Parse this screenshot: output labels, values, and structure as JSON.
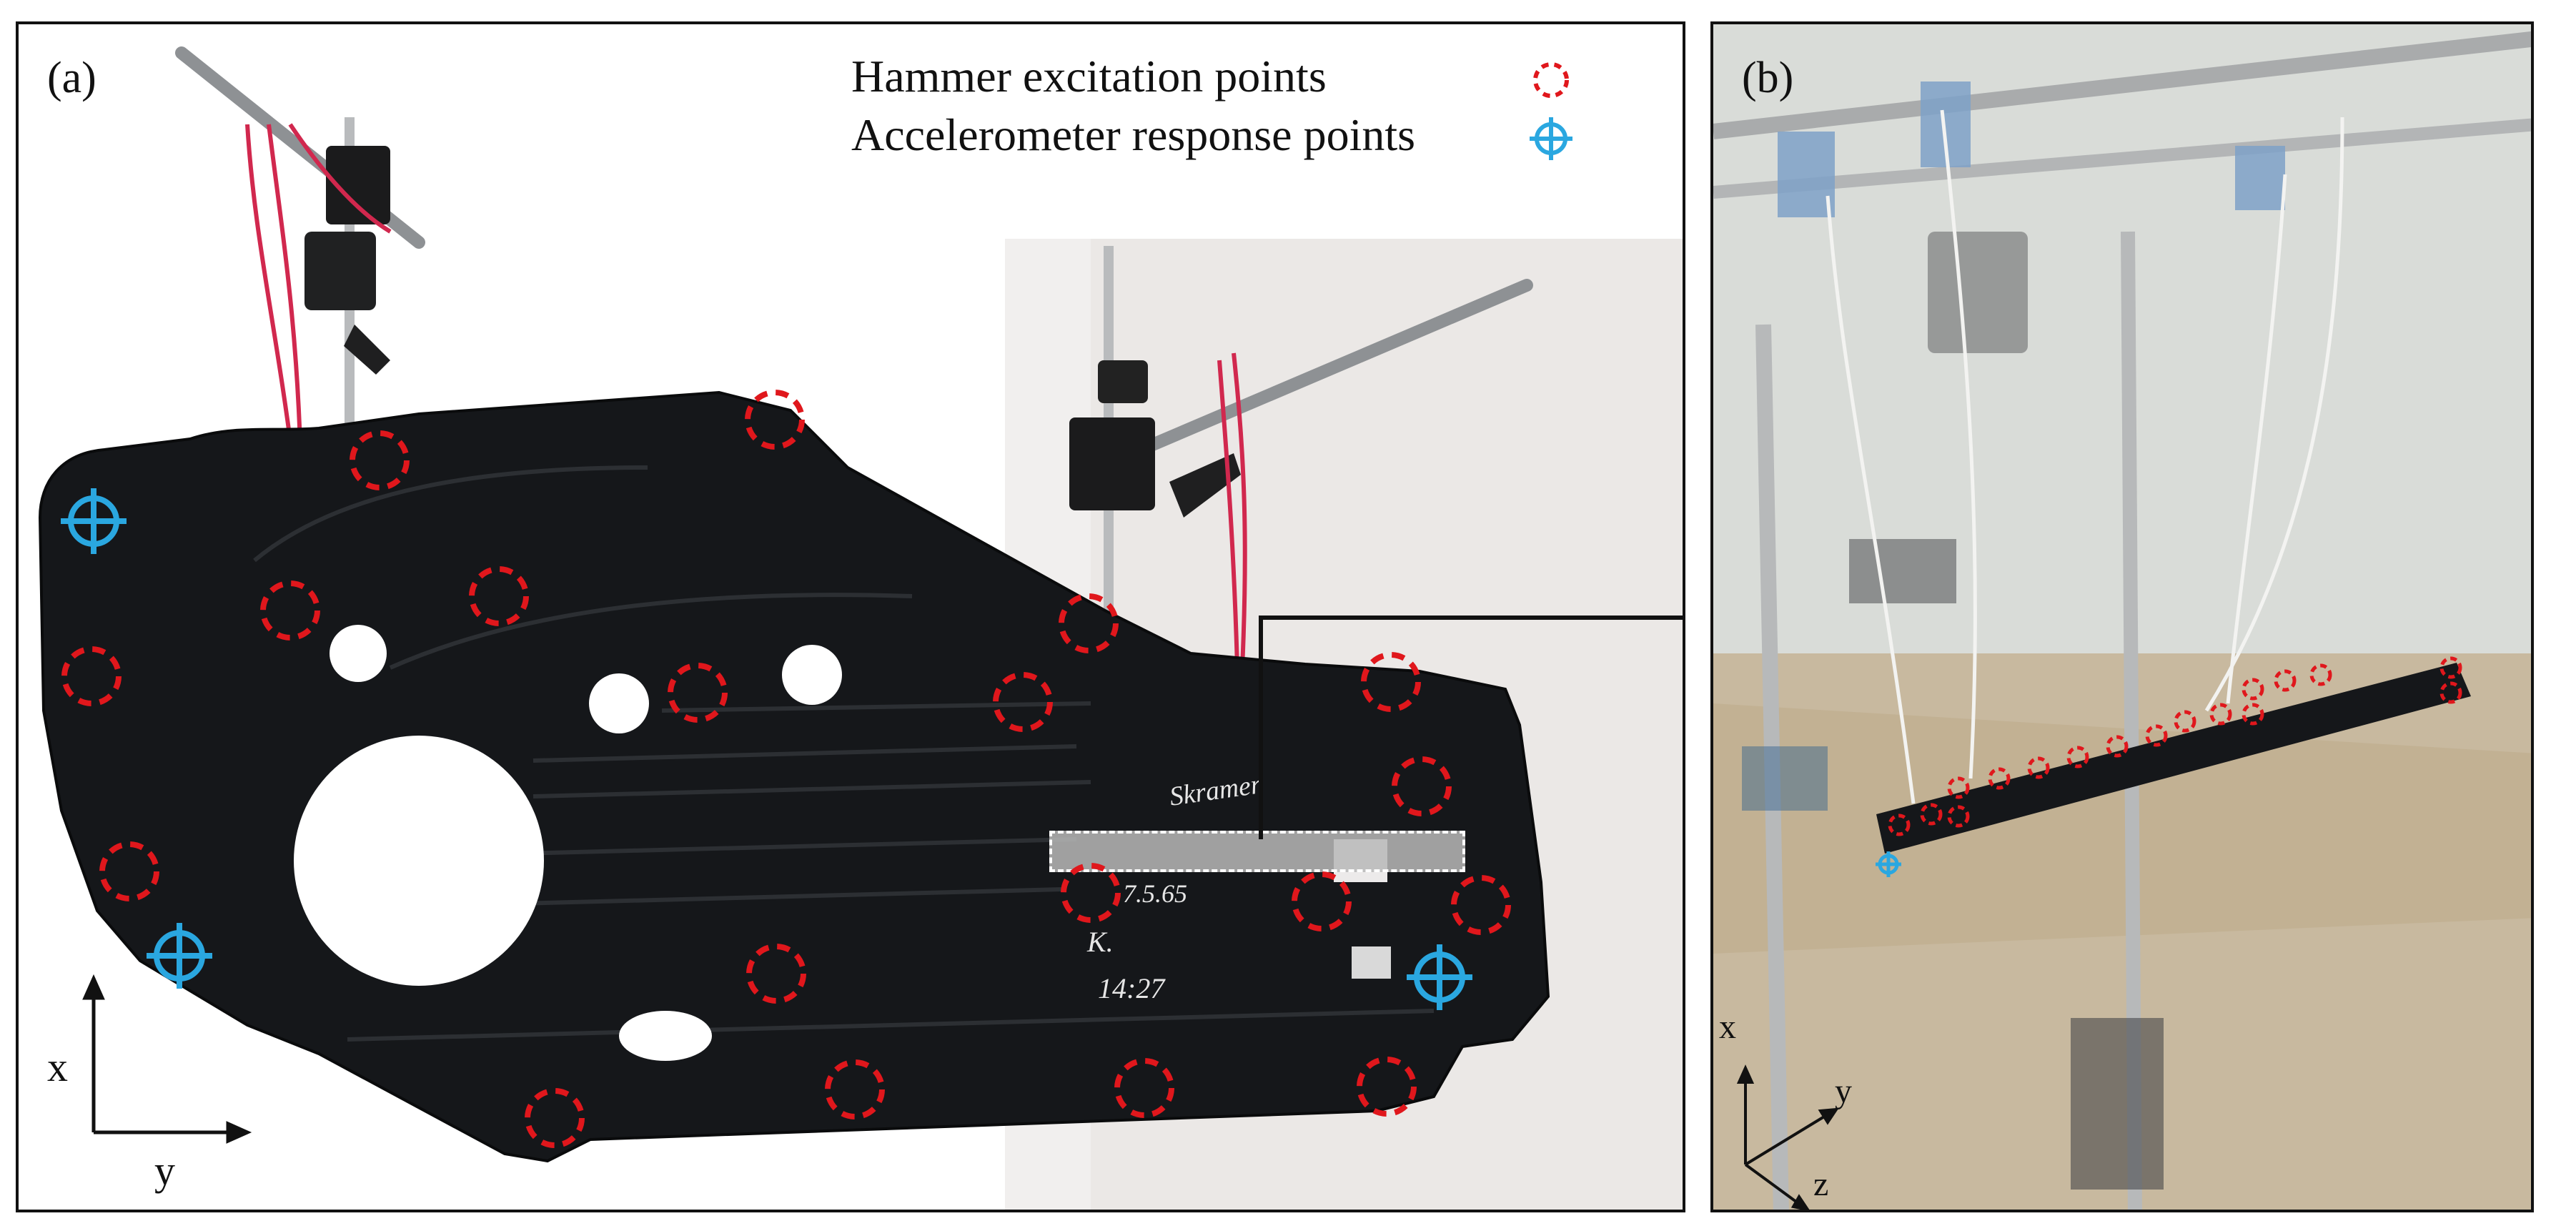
{
  "panel_a": {
    "label": "(a)",
    "legend": {
      "hammer_label": "Hammer excitation points",
      "accel_label": "Accelerometer response points"
    },
    "axes": {
      "x": "x",
      "y": "y"
    },
    "handwriting": {
      "line1": "Skramer",
      "line2": "7.5.65",
      "line3": "K.",
      "line4": "14:27"
    }
  },
  "panel_b": {
    "label": "(b)",
    "axes": {
      "x": "x",
      "y": "y",
      "z": "z"
    }
  },
  "colors": {
    "hammer_marker": "#e0171c",
    "accel_marker": "#2aa7e0",
    "panel_black": "#15171a",
    "string_red": "#d1284e"
  },
  "icons": [
    "dashed-circle-icon",
    "crosshair-icon",
    "arrow-icon"
  ]
}
